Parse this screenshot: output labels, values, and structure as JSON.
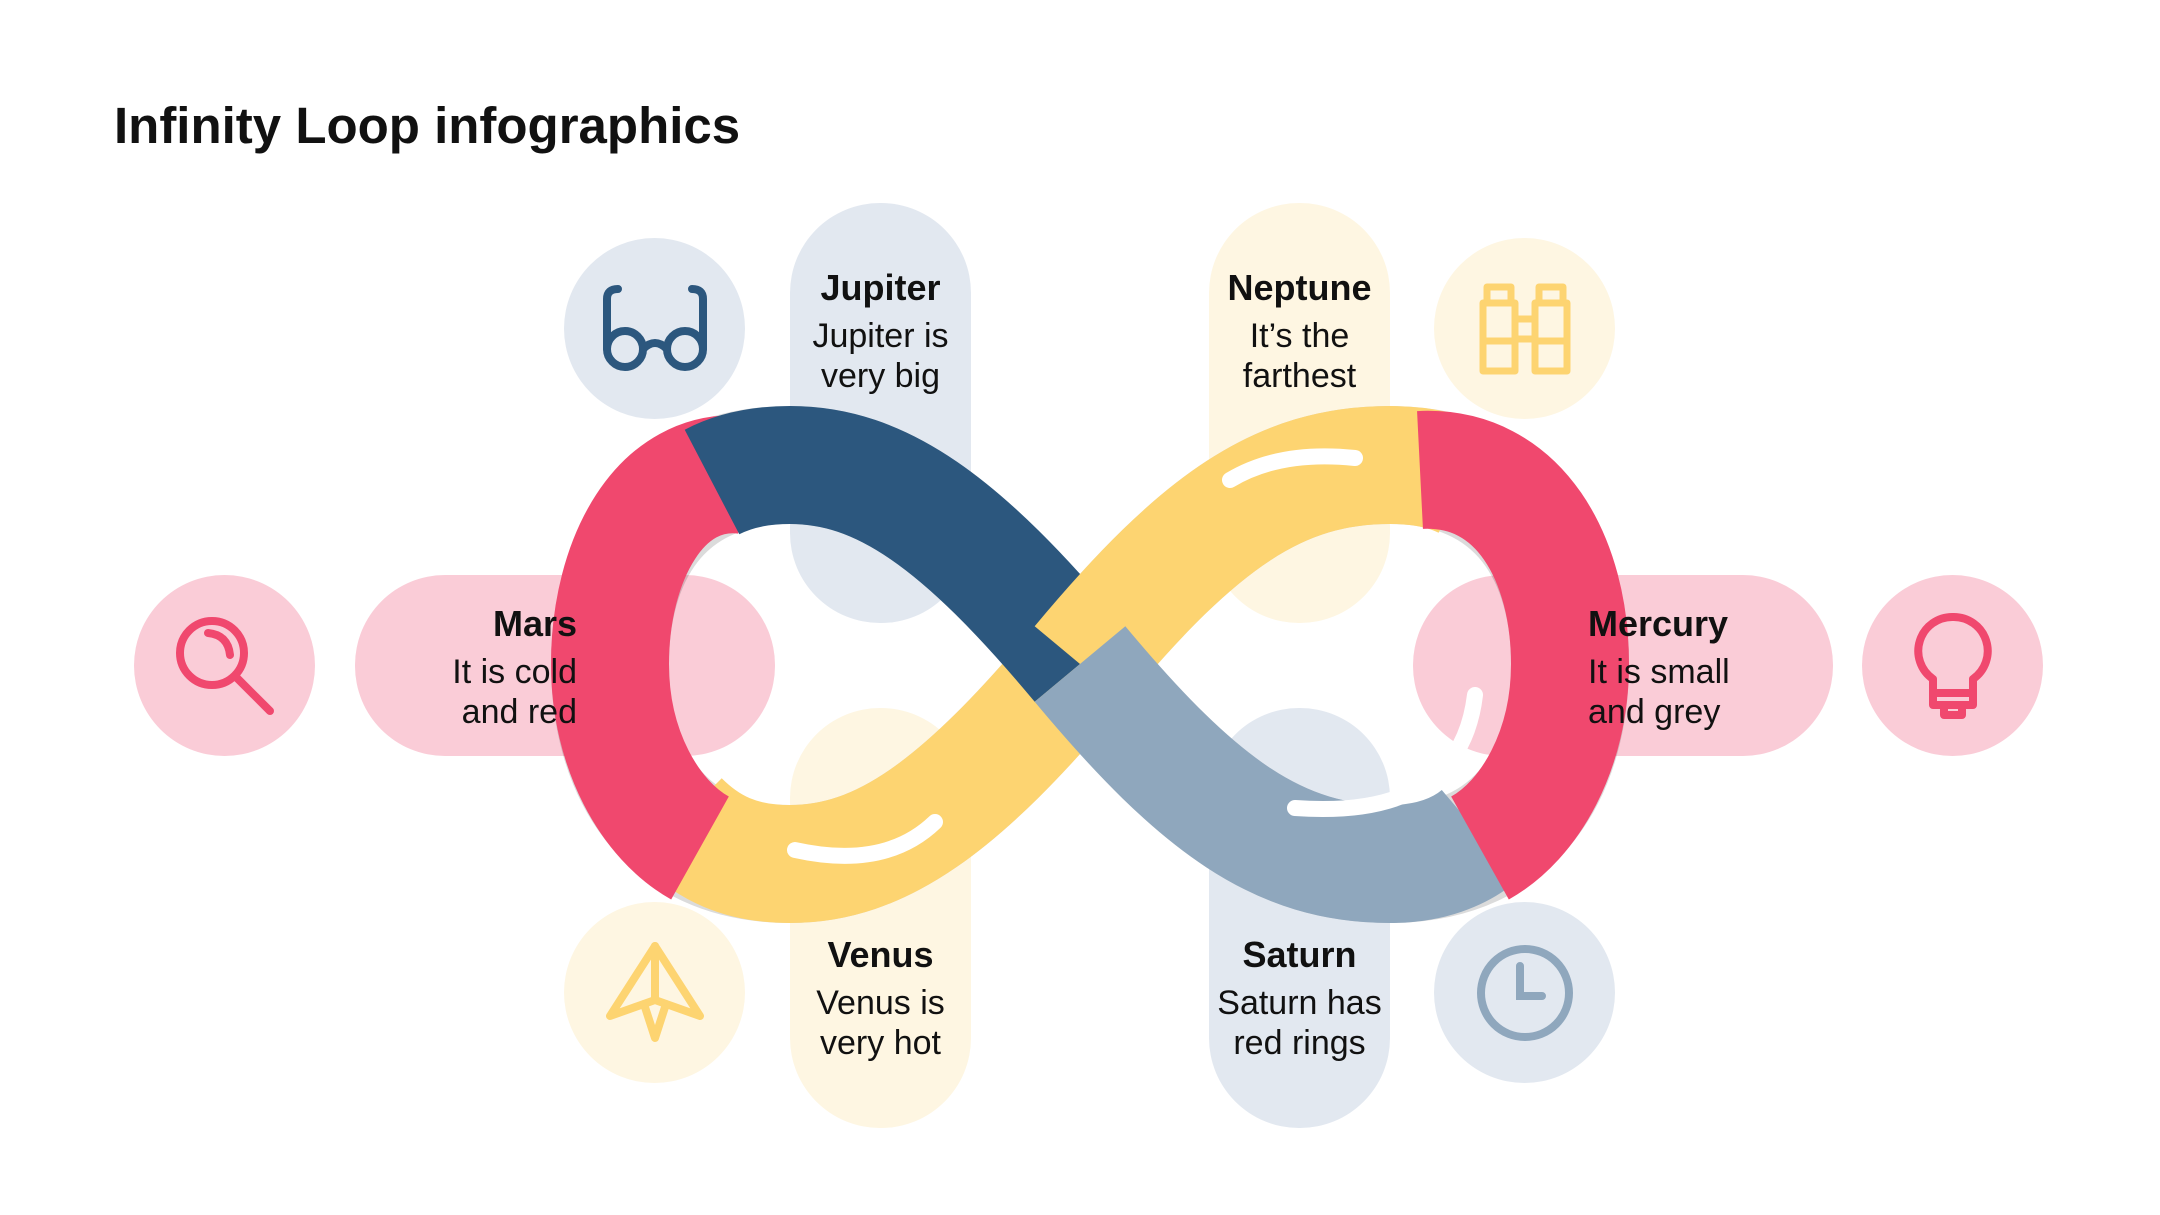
{
  "title": "Infinity Loop infographics",
  "colors": {
    "pink": "#F0486E",
    "yellow": "#FDD471",
    "navy": "#2C577E",
    "steel": "#8FA7BD"
  },
  "items": [
    {
      "name": "Jupiter",
      "desc": "Jupiter is\nvery big",
      "icon": "glasses-icon"
    },
    {
      "name": "Neptune",
      "desc": "It’s the\nfarthest",
      "icon": "binoculars-icon"
    },
    {
      "name": "Mars",
      "desc": "It is cold\nand red",
      "icon": "magnifier-icon"
    },
    {
      "name": "Mercury",
      "desc": "It is small\nand grey",
      "icon": "lightbulb-icon"
    },
    {
      "name": "Venus",
      "desc": "Venus is\nvery hot",
      "icon": "paper-plane-icon"
    },
    {
      "name": "Saturn",
      "desc": "Saturn has\nred rings",
      "icon": "clock-icon"
    }
  ]
}
